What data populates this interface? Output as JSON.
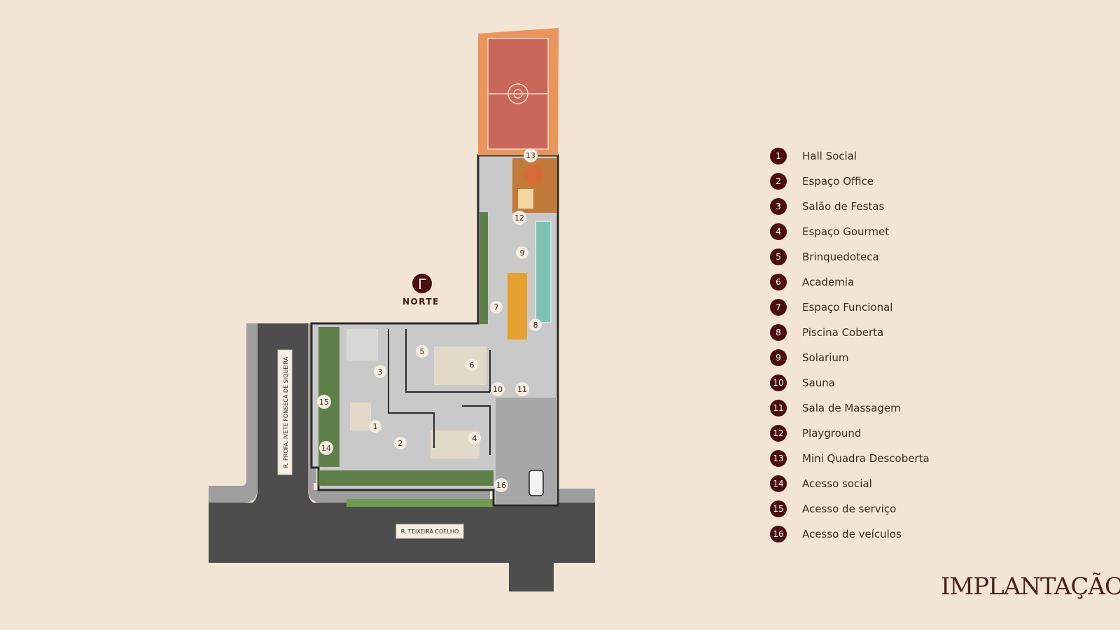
{
  "north_label": "NORTE",
  "legend": [
    {
      "num": "1",
      "label": "Hall Social"
    },
    {
      "num": "2",
      "label": "Espaço Office"
    },
    {
      "num": "3",
      "label": "Salão de Festas"
    },
    {
      "num": "4",
      "label": "Espaço Gourmet"
    },
    {
      "num": "5",
      "label": "Brinquedoteca"
    },
    {
      "num": "6",
      "label": "Academia"
    },
    {
      "num": "7",
      "label": "Espaço Funcional"
    },
    {
      "num": "8",
      "label": "Piscina Coberta"
    },
    {
      "num": "9",
      "label": "Solarium"
    },
    {
      "num": "10",
      "label": "Sauna"
    },
    {
      "num": "11",
      "label": "Sala de Massagem"
    },
    {
      "num": "12",
      "label": "Playground"
    },
    {
      "num": "13",
      "label": "Mini Quadra Descoberta"
    },
    {
      "num": "14",
      "label": "Acesso social"
    },
    {
      "num": "15",
      "label": "Acesso de serviço"
    },
    {
      "num": "16",
      "label": "Acesso de veículos"
    }
  ],
  "streets": {
    "side": "R. PROFA. IVETE FONSECA DE SIQUEIRA",
    "front": "R. TEIXEIRA COELHO"
  },
  "title": "IMPLANTAÇÃO",
  "colors": {
    "background": "#f2e5d5",
    "badge": "#4a0e0e",
    "road": "#4d4d4d",
    "sidewalk": "#9e9e9e",
    "court": "#c9685a",
    "pool": "#7fc2b4"
  }
}
